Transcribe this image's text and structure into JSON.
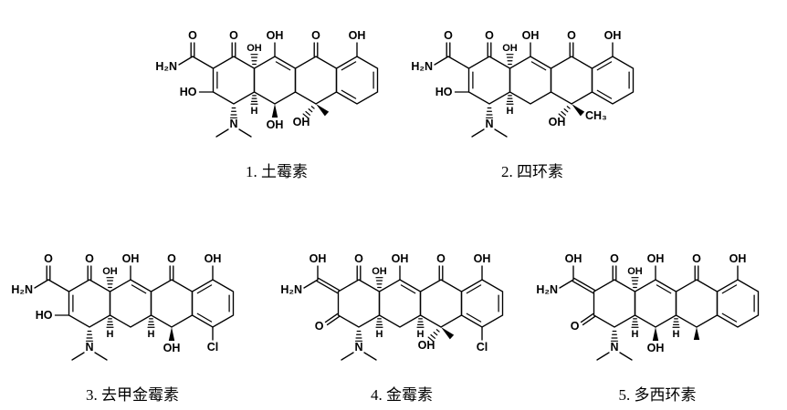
{
  "figure": {
    "background_color": "#ffffff",
    "line_color": "#000000",
    "type": "chemical-structure-diagram"
  },
  "atom_labels": {
    "oxygen": "O",
    "hydroxyl": "OH",
    "hydroxyl_left": "HO",
    "amine": "H₂N",
    "nitrogen": "N",
    "hydrogen": "H",
    "chlorine": "Cl",
    "methyl": "CH₃"
  },
  "molecules": [
    {
      "caption": "1. 土霉素",
      "amide": "keto",
      "c5_oh": true,
      "c6_oh": true,
      "c6_me": true,
      "c6_me_label": false,
      "c7_cl": false,
      "c4a_h": true,
      "c5a_h": false
    },
    {
      "caption": "2. 四环素",
      "amide": "keto",
      "c5_oh": false,
      "c6_oh": true,
      "c6_me": true,
      "c6_me_label": true,
      "c7_cl": false,
      "c4a_h": true,
      "c5a_h": false
    },
    {
      "caption": "3. 去甲金霉素",
      "amide": "keto",
      "c5_oh": false,
      "c6_oh": true,
      "c6_me": false,
      "c6_me_label": false,
      "c7_cl": true,
      "c4a_h": true,
      "c5a_h": true
    },
    {
      "caption": "4. 金霉素",
      "amide": "enol",
      "c5_oh": false,
      "c6_oh": true,
      "c6_me": true,
      "c6_me_label": false,
      "c7_cl": true,
      "c4a_h": true,
      "c5a_h": true
    },
    {
      "caption": "5. 多西环素",
      "amide": "enol",
      "c5_oh": true,
      "c6_oh": false,
      "c6_me": true,
      "c6_me_label": false,
      "c7_cl": false,
      "c4a_h": true,
      "c5a_h": true
    }
  ]
}
